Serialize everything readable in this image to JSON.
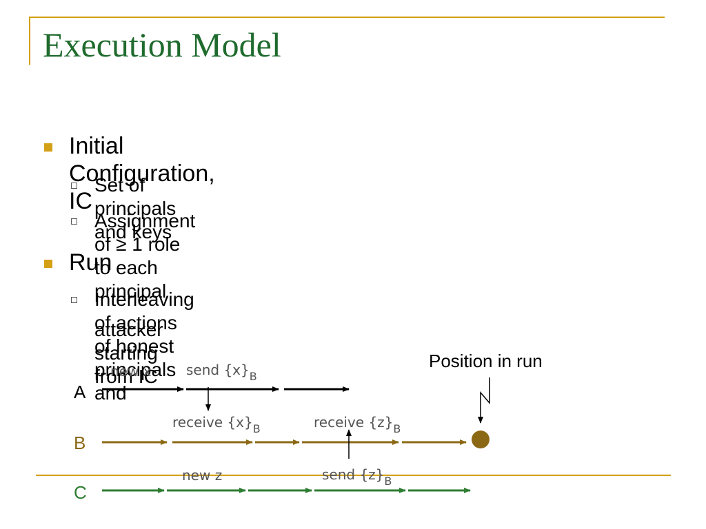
{
  "slide": {
    "title": "Execution Model",
    "bullets": [
      {
        "text": "Initial Configuration, IC",
        "sub": [
          "Set of principals and keys",
          "Assignment of  ≥ 1 role to each principal"
        ]
      },
      {
        "text": "Run",
        "sub": [
          "Interleaving of actions of honest principals and",
          "attacker starting from IC"
        ]
      }
    ]
  },
  "diagram": {
    "colors": {
      "frame": "#D4A017",
      "title": "#1F6B2E",
      "lane_a": "#000000",
      "lane_b": "#8B6914",
      "lane_c": "#2E7D32",
      "event_label": "#555555"
    },
    "lanes": [
      {
        "id": "A",
        "label": "A"
      },
      {
        "id": "B",
        "label": "B"
      },
      {
        "id": "C",
        "label": "C"
      }
    ],
    "events": {
      "new_x": "new x",
      "send_x": {
        "main": "send {x}",
        "sub": "B"
      },
      "receive_x": {
        "main": "receive {x}",
        "sub": "B"
      },
      "receive_z": {
        "main": "receive {z}",
        "sub": "B"
      },
      "new_z": "new z",
      "send_z": {
        "main": "send {z}",
        "sub": "B"
      }
    },
    "position_label": "Position in run"
  }
}
